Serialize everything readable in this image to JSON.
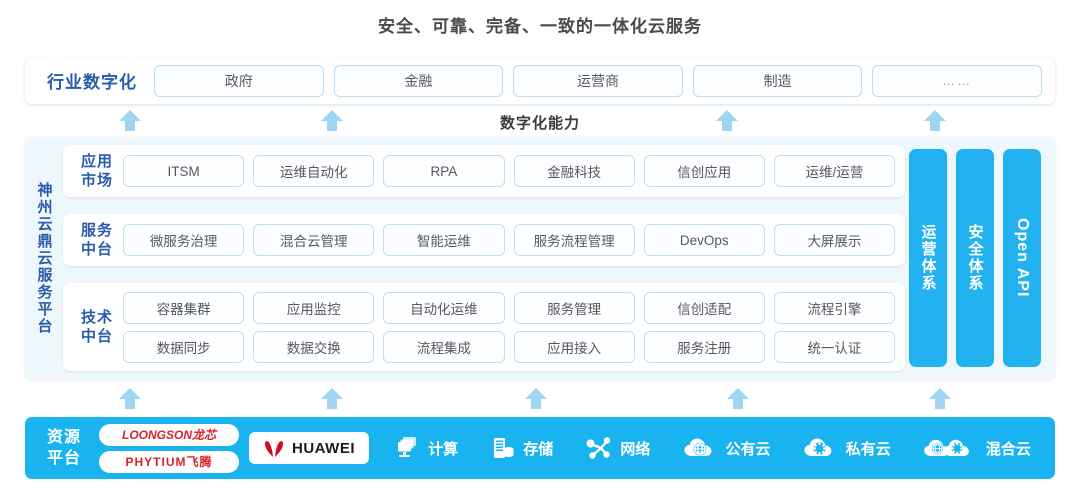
{
  "title": "安全、可靠、完备、一致的一体化云服务",
  "capability_caption": "数字化能力",
  "industry": {
    "label": "行业数字化",
    "items": [
      "政府",
      "金融",
      "运营商",
      "制造",
      "……"
    ]
  },
  "platform": {
    "vertical_label": "神州云鼎云服务平台",
    "bands": [
      {
        "label": "应用\n市场",
        "label_line1": "应用",
        "label_line2": "市场",
        "rows": [
          [
            "ITSM",
            "运维自动化",
            "RPA",
            "金融科技",
            "信创应用",
            "运维/运营"
          ]
        ]
      },
      {
        "label_line1": "服务",
        "label_line2": "中台",
        "rows": [
          [
            "微服务治理",
            "混合云管理",
            "智能运维",
            "服务流程管理",
            "DevOps",
            "大屏展示"
          ]
        ]
      },
      {
        "label_line1": "技术",
        "label_line2": "中台",
        "rows": [
          [
            "容器集群",
            "应用监控",
            "自动化运维",
            "服务管理",
            "信创适配",
            "流程引擎"
          ],
          [
            "数据同步",
            "数据交换",
            "流程集成",
            "应用接入",
            "服务注册",
            "统一认证"
          ]
        ]
      }
    ],
    "pillars": [
      {
        "text": "运营体系",
        "orientation": "vertical-cjk"
      },
      {
        "text": "安全体系",
        "orientation": "vertical-cjk"
      },
      {
        "text": "Open API",
        "orientation": "vertical-latin"
      }
    ]
  },
  "resource": {
    "label_line1": "资源",
    "label_line2": "平台",
    "chips": [
      "LOONGSON龙芯",
      "PHYTIUM飞腾"
    ],
    "huawei_label": "HUAWEI",
    "items": [
      {
        "text": "计算",
        "icon": "compute-icon"
      },
      {
        "text": "存储",
        "icon": "storage-icon"
      },
      {
        "text": "网络",
        "icon": "network-icon"
      },
      {
        "text": "公有云",
        "icon": "public-cloud-icon"
      },
      {
        "text": "私有云",
        "icon": "private-cloud-icon"
      },
      {
        "text": "混合云",
        "icon": "hybrid-cloud-icon"
      }
    ]
  },
  "arrows": {
    "upper_count": 4,
    "lower_count": 5,
    "color": "#9fd4f2"
  },
  "colors": {
    "brand_blue": "#19b4ef",
    "pillar_blue": "#21b2ef",
    "label_blue": "#2a5cab",
    "panel_bg": "#eef7fc",
    "cell_border": "#bfdff3",
    "arrow": "#9fd4f2",
    "chip_red": "#d8232a"
  }
}
